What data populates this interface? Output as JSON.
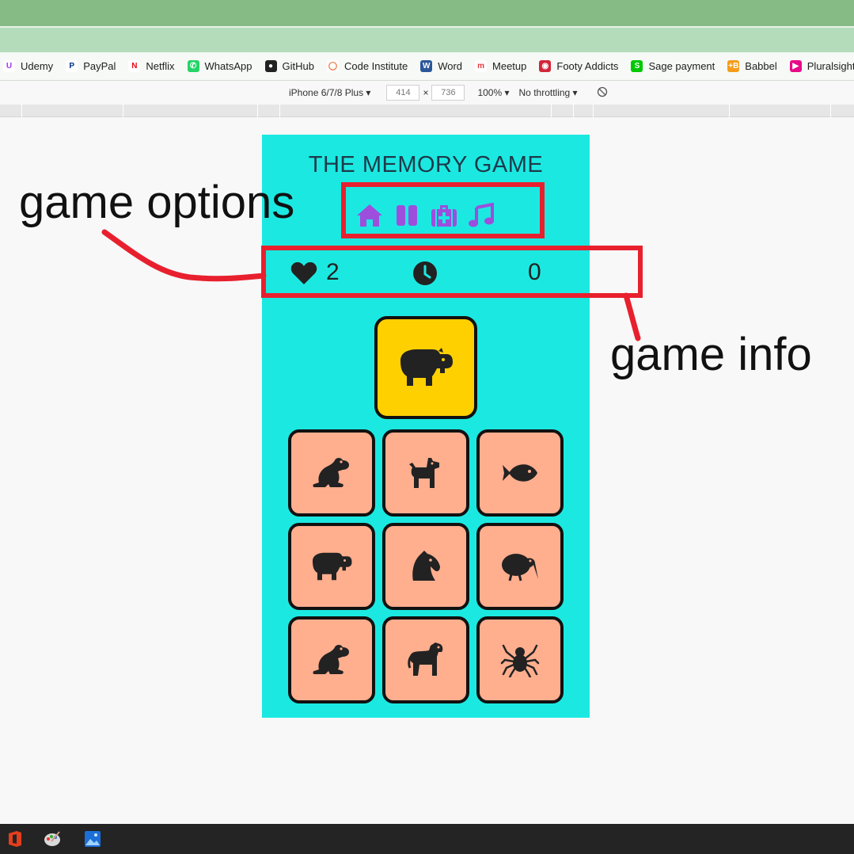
{
  "bookmarks": [
    {
      "label": "Udemy",
      "icon": "udemy-icon",
      "color": "#ffffff",
      "fg": "#a435f0",
      "glyph": "U"
    },
    {
      "label": "PayPal",
      "icon": "paypal-icon",
      "color": "#ffffff",
      "fg": "#003087",
      "glyph": "P"
    },
    {
      "label": "Netflix",
      "icon": "netflix-icon",
      "color": "#ffffff",
      "fg": "#e50914",
      "glyph": "N"
    },
    {
      "label": "WhatsApp",
      "icon": "whatsapp-icon",
      "color": "#25d366",
      "fg": "#ffffff",
      "glyph": "✆"
    },
    {
      "label": "GitHub",
      "icon": "github-icon",
      "color": "#222222",
      "fg": "#ffffff",
      "glyph": "●"
    },
    {
      "label": "Code Institute",
      "icon": "code-institute-icon",
      "color": "#ffffff",
      "fg": "#e96424",
      "glyph": "◯"
    },
    {
      "label": "Word",
      "icon": "word-icon",
      "color": "#2b579a",
      "fg": "#ffffff",
      "glyph": "W"
    },
    {
      "label": "Meetup",
      "icon": "meetup-icon",
      "color": "#ffffff",
      "fg": "#e0393e",
      "glyph": "m"
    },
    {
      "label": "Footy Addicts",
      "icon": "footy-addicts-icon",
      "color": "#d1273a",
      "fg": "#ffffff",
      "glyph": "◉"
    },
    {
      "label": "Sage payment",
      "icon": "sage-icon",
      "color": "#00c800",
      "fg": "#ffffff",
      "glyph": "S"
    },
    {
      "label": "Babbel",
      "icon": "babbel-icon",
      "color": "#f59c1a",
      "fg": "#ffffff",
      "glyph": "+B"
    },
    {
      "label": "Pluralsight",
      "icon": "pluralsight-icon",
      "color": "#e80a89",
      "fg": "#ffffff",
      "glyph": "▶"
    }
  ],
  "devtools": {
    "device": "iPhone 6/7/8 Plus",
    "width": "414",
    "times": "×",
    "height": "736",
    "zoom": "100%",
    "throttling": "No throttling"
  },
  "game": {
    "title": "THE MEMORY GAME",
    "options": [
      "home-icon",
      "pause-icon",
      "first-aid-kit-icon",
      "music-icon"
    ],
    "lives": "2",
    "moves": "0",
    "target_card": "hippo",
    "cards": [
      "frog",
      "dog",
      "fish",
      "hippo",
      "horse-head",
      "kiwi-bird",
      "frog",
      "horse",
      "spider"
    ]
  },
  "annotations": {
    "options_label": "game options",
    "info_label": "game info",
    "color": "#e8202e"
  },
  "colors": {
    "game_bg": "#1be9e1",
    "card_bg": "#ffae8e",
    "target_card_bg": "#fed000",
    "option_icon": "#9d4edd"
  }
}
